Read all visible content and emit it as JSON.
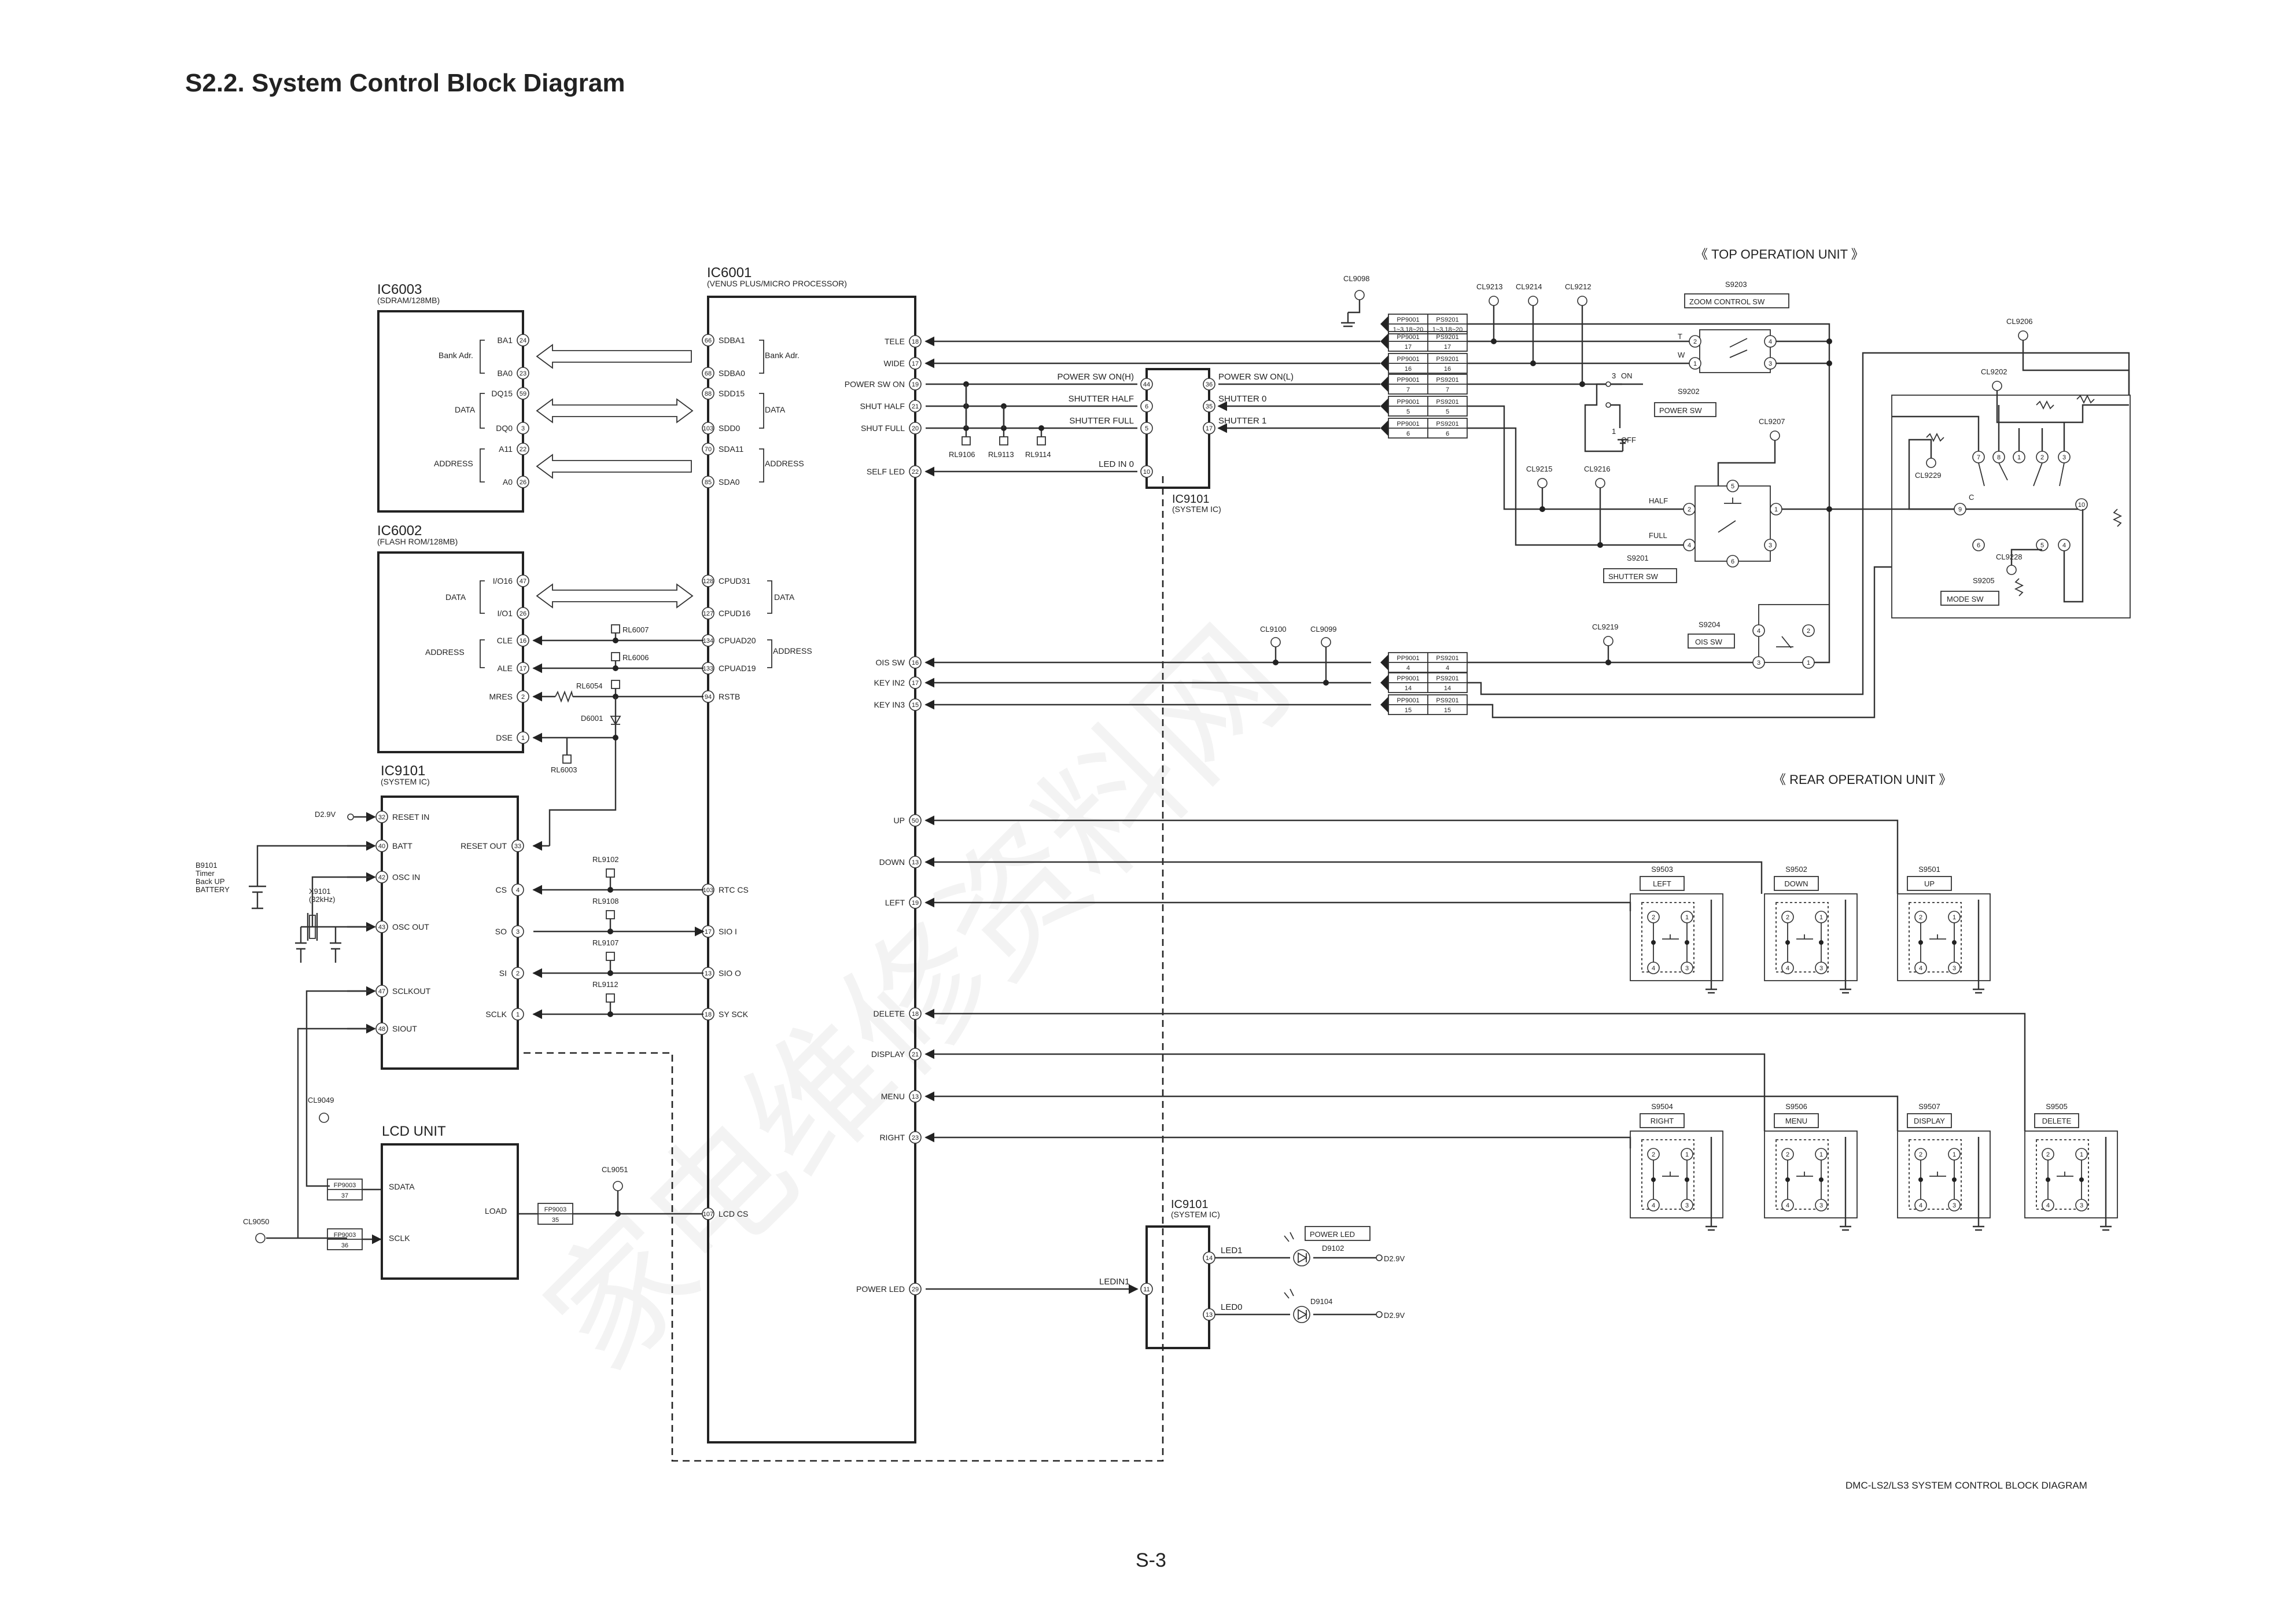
{
  "page_title": "S2.2. System Control Block Diagram",
  "footer": {
    "caption": "DMC-LS2/LS3  SYSTEM CONTROL BLOCK DIAGRAM",
    "page_number": "S-3"
  },
  "units": {
    "top": "《 TOP OPERATION UNIT 》",
    "rear": "《 REAR OPERATION UNIT 》"
  },
  "watermark": "家电维修资料网",
  "ic6003": {
    "name": "IC6003",
    "sub": "(SDRAM/128MB)",
    "bank": "Bank Adr.",
    "data": "DATA",
    "address": "ADDRESS",
    "pins": [
      {
        "n": "BA1",
        "p": "24"
      },
      {
        "n": "BA0",
        "p": "23"
      },
      {
        "n": "DQ15",
        "p": "59"
      },
      {
        "n": "DQ0",
        "p": "3"
      },
      {
        "n": "A11",
        "p": "22"
      },
      {
        "n": "A0",
        "p": "26"
      }
    ]
  },
  "ic6002": {
    "name": "IC6002",
    "sub": "(FLASH ROM/128MB)",
    "data": "DATA",
    "address": "ADDRESS",
    "pins": [
      {
        "n": "I/O16",
        "p": "47"
      },
      {
        "n": "I/O1",
        "p": "26"
      },
      {
        "n": "CLE",
        "p": "16"
      },
      {
        "n": "ALE",
        "p": "17"
      },
      {
        "n": "MRES",
        "p": "2"
      },
      {
        "n": "DSE",
        "p": "1"
      }
    ]
  },
  "ic9101_left": {
    "name": "IC9101",
    "sub": "(SYSTEM IC)",
    "left_pins": [
      {
        "n": "RESET IN",
        "p": "32"
      },
      {
        "n": "BATT",
        "p": "40"
      },
      {
        "n": "OSC IN",
        "p": "42"
      },
      {
        "n": "OSC OUT",
        "p": "43"
      },
      {
        "n": "SCLKOUT",
        "p": "47"
      },
      {
        "n": "SIOUT",
        "p": "48"
      }
    ],
    "right_pins": [
      {
        "n": "RESET OUT",
        "p": "33"
      },
      {
        "n": "CS",
        "p": "4"
      },
      {
        "n": "SO",
        "p": "3"
      },
      {
        "n": "SI",
        "p": "2"
      },
      {
        "n": "SCLK",
        "p": "1"
      }
    ],
    "d29v": "D2.9V",
    "battery": [
      "B9101",
      "Timer",
      "Back UP",
      "BATTERY"
    ],
    "xtal": [
      "X9101",
      "(32kHz)"
    ]
  },
  "lcd": {
    "name": "LCD UNIT",
    "sdata": "SDATA",
    "sclk": "SCLK",
    "load": "LOAD"
  },
  "ic6001": {
    "name": "IC6001",
    "sub": "(VENUS PLUS/MICRO PROCESSOR)",
    "bank": "Bank Adr.",
    "data": "DATA",
    "address": "ADDRESS",
    "left_pins": [
      {
        "n": "SDBA1",
        "p": "66"
      },
      {
        "n": "SDBA0",
        "p": "68"
      },
      {
        "n": "SDD15",
        "p": "88"
      },
      {
        "n": "SDD0",
        "p": "103"
      },
      {
        "n": "SDA11",
        "p": "70"
      },
      {
        "n": "SDA0",
        "p": "85"
      },
      {
        "n": "CPUD31",
        "p": "128"
      },
      {
        "n": "CPUD16",
        "p": "127"
      },
      {
        "n": "CPUAD20",
        "p": "134"
      },
      {
        "n": "CPUAD19",
        "p": "133"
      },
      {
        "n": "RSTB",
        "p": "94"
      },
      {
        "n": "RTC CS",
        "p": "103"
      },
      {
        "n": "SIO I",
        "p": "17"
      },
      {
        "n": "SIO O",
        "p": "13"
      },
      {
        "n": "SY SCK",
        "p": "18"
      },
      {
        "n": "LCD CS",
        "p": "107"
      }
    ],
    "right_pins": [
      {
        "n": "TELE",
        "p": "18"
      },
      {
        "n": "WIDE",
        "p": "17"
      },
      {
        "n": "POWER SW ON",
        "p": "19"
      },
      {
        "n": "SHUT HALF",
        "p": "21"
      },
      {
        "n": "SHUT FULL",
        "p": "20"
      },
      {
        "n": "SELF LED",
        "p": "22"
      },
      {
        "n": "OIS SW",
        "p": "16"
      },
      {
        "n": "KEY IN2",
        "p": "17"
      },
      {
        "n": "KEY IN3",
        "p": "15"
      },
      {
        "n": "UP",
        "p": "50"
      },
      {
        "n": "DOWN",
        "p": "13"
      },
      {
        "n": "LEFT",
        "p": "19"
      },
      {
        "n": "DELETE",
        "p": "18"
      },
      {
        "n": "DISPLAY",
        "p": "21"
      },
      {
        "n": "MENU",
        "p": "13"
      },
      {
        "n": "RIGHT",
        "p": "23"
      },
      {
        "n": "POWER LED",
        "p": "29"
      }
    ]
  },
  "ic9101_mid": {
    "name": "IC9101",
    "sub": "(SYSTEM IC)",
    "left": [
      {
        "n": "POWER SW ON(H)",
        "p": "44"
      },
      {
        "n": "SHUTTER HALF",
        "p": "6"
      },
      {
        "n": "SHUTTER FULL",
        "p": "5"
      },
      {
        "n": "LED IN 0",
        "p": "10"
      }
    ],
    "right": [
      {
        "n": "POWER SW ON(L)",
        "p": "36"
      },
      {
        "n": "SHUTTER 0",
        "p": "35"
      },
      {
        "n": "SHUTTER 1",
        "p": "17"
      }
    ]
  },
  "ic9101_bot": {
    "name": "IC9101",
    "sub": "(SYSTEM IC)",
    "ledin": "LEDIN1",
    "ledin_pin": "11",
    "led1": "LED1",
    "led1_pin": "14",
    "led0": "LED0",
    "led0_pin": "13",
    "power_led_label": "POWER LED",
    "d9102": "D9102",
    "d9104": "D9104",
    "d29v": "D2.9V"
  },
  "resistors": {
    "rl6007": "RL6007",
    "rl6006": "RL6006",
    "rl6054": "RL6054",
    "d6001": "D6001",
    "rl6003": "RL6003",
    "rl9102": "RL9102",
    "rl9108": "RL9108",
    "rl9107": "RL9107",
    "rl9112": "RL9112",
    "rl9106": "RL9106",
    "rl9113": "RL9113",
    "rl9114": "RL9114"
  },
  "checkpoints": {
    "cl9098": "CL9098",
    "cl9213": "CL9213",
    "cl9214": "CL9214",
    "cl9212": "CL9212",
    "cl9206": "CL9206",
    "cl9202": "CL9202",
    "cl9207": "CL9207",
    "cl9229": "CL9229",
    "cl9215": "CL9215",
    "cl9216": "CL9216",
    "cl9228": "CL9228",
    "cl9219": "CL9219",
    "cl9100": "CL9100",
    "cl9099": "CL9099",
    "cl9049": "CL9049",
    "cl9050": "CL9050",
    "cl9051": "CL9051"
  },
  "connectors": {
    "top": [
      {
        "a": "PP9001",
        "b": "PS9201",
        "a2": "1~3,18~20",
        "b2": "1~3,18~20"
      },
      {
        "a": "PP9001",
        "b": "PS9201",
        "a2": "17",
        "b2": "17"
      },
      {
        "a": "PP9001",
        "b": "PS9201",
        "a2": "16",
        "b2": "16"
      },
      {
        "a": "PP9001",
        "b": "PS9201",
        "a2": "7",
        "b2": "7"
      },
      {
        "a": "PP9001",
        "b": "PS9201",
        "a2": "5",
        "b2": "5"
      },
      {
        "a": "PP9001",
        "b": "PS9201",
        "a2": "6",
        "b2": "6"
      }
    ],
    "mid": [
      {
        "a": "PP9001",
        "b": "PS9201",
        "a2": "4",
        "b2": "4"
      },
      {
        "a": "PP9001",
        "b": "PS9201",
        "a2": "14",
        "b2": "14"
      },
      {
        "a": "PP9001",
        "b": "PS9201",
        "a2": "15",
        "b2": "15"
      }
    ],
    "fp_sdata": [
      "FP9003",
      "37"
    ],
    "fp_sclk": [
      "FP9003",
      "36"
    ],
    "fp_load": [
      "FP9003",
      "35"
    ]
  },
  "switches_top": {
    "s9203": {
      "name": "S9203",
      "label": "ZOOM CONTROL SW",
      "t": "T",
      "w": "W",
      "pins": [
        "2",
        "1",
        "4",
        "3"
      ]
    },
    "s9202": {
      "name": "S9202",
      "label": "POWER SW",
      "on": "ON",
      "off": "OFF",
      "on_pin": "3",
      "off_pin": "1"
    },
    "s9201": {
      "name": "S9201",
      "label": "SHUTTER SW",
      "half": "HALF",
      "full": "FULL",
      "pins": [
        "5",
        "2",
        "1",
        "4",
        "3",
        "6"
      ]
    },
    "s9204": {
      "name": "S9204",
      "label": "OIS SW",
      "pins": [
        "4",
        "2",
        "3",
        "1"
      ]
    },
    "s9205": {
      "name": "S9205",
      "label": "MODE SW",
      "pins": [
        "7",
        "8",
        "1",
        "2",
        "3",
        "9",
        "10",
        "6",
        "5",
        "4"
      ],
      "c": "C"
    }
  },
  "switches_rear": [
    {
      "name": "S9503",
      "label": "LEFT"
    },
    {
      "name": "S9502",
      "label": "DOWN"
    },
    {
      "name": "S9501",
      "label": "UP"
    },
    {
      "name": "S9504",
      "label": "RIGHT"
    },
    {
      "name": "S9506",
      "label": "MENU"
    },
    {
      "name": "S9507",
      "label": "DISPLAY"
    },
    {
      "name": "S9505",
      "label": "DELETE"
    }
  ],
  "switch_pins": [
    "2",
    "1",
    "4",
    "3"
  ]
}
